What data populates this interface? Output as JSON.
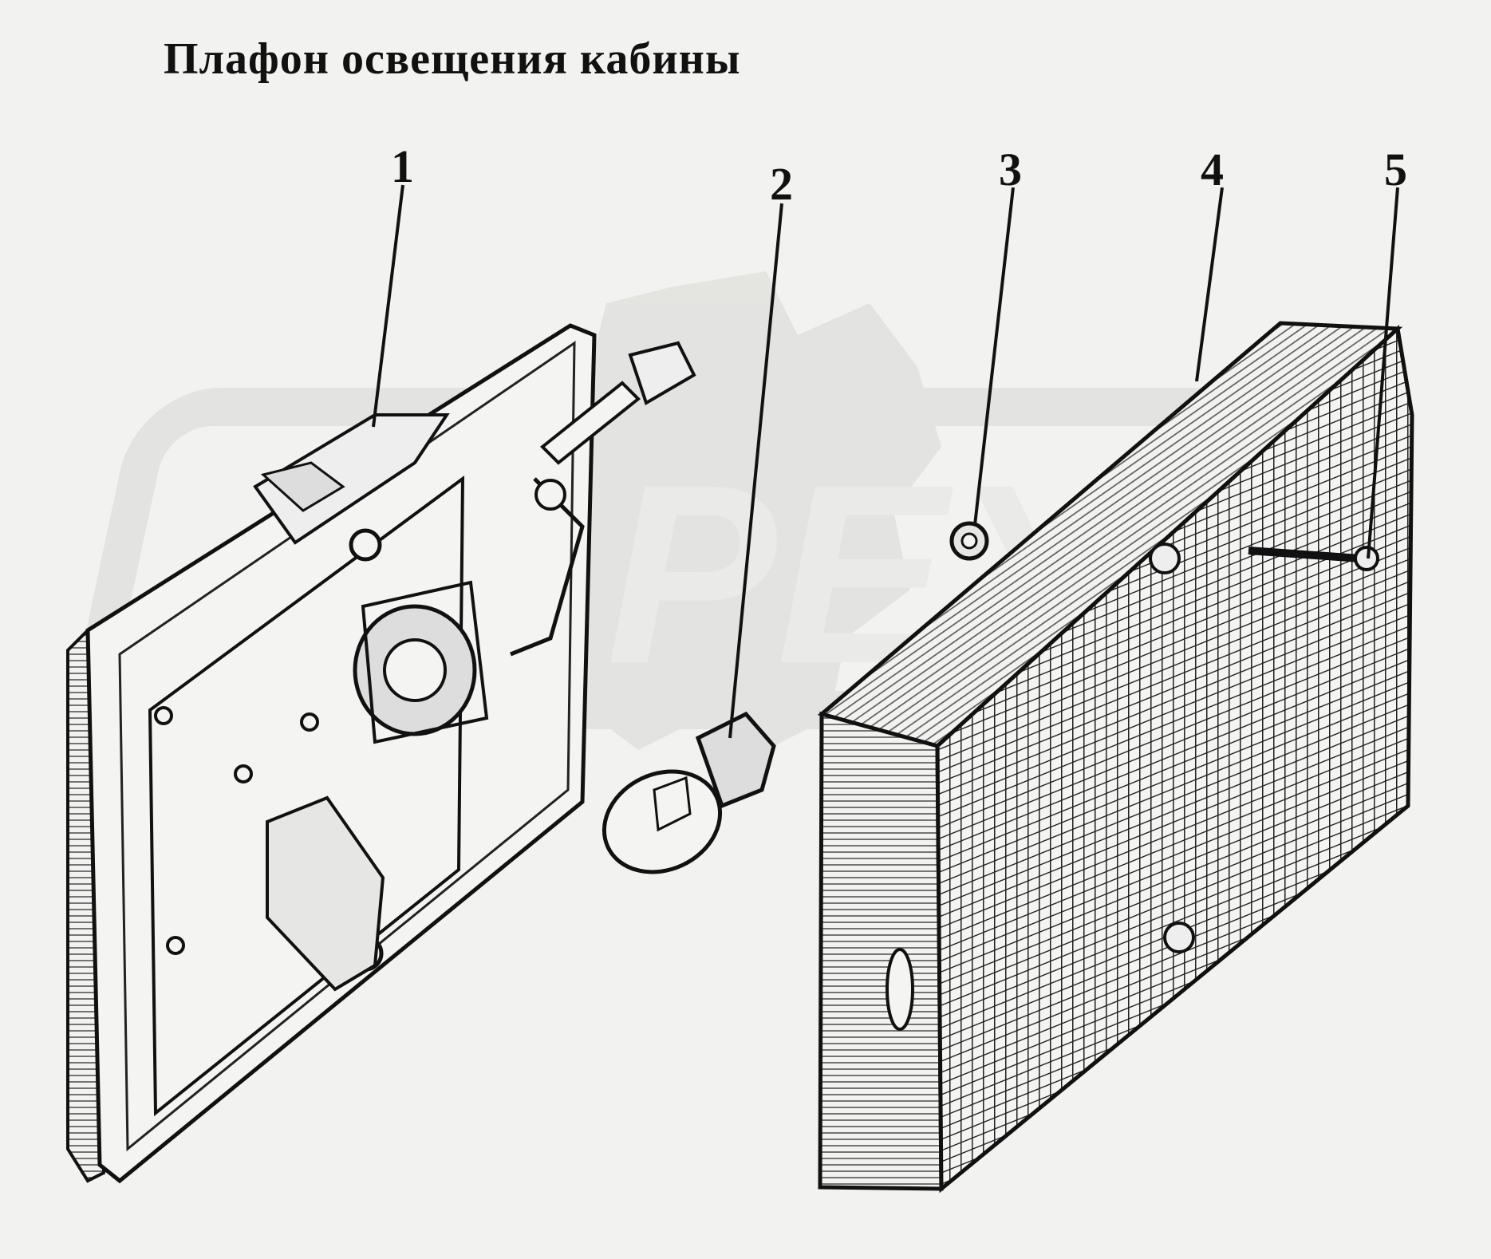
{
  "title": "Плафон освещения кабины",
  "watermark": "PEX",
  "callouts": [
    {
      "label": "1",
      "part": "housing"
    },
    {
      "label": "2",
      "part": "bulb"
    },
    {
      "label": "3",
      "part": "nut"
    },
    {
      "label": "4",
      "part": "diffuser"
    },
    {
      "label": "5",
      "part": "screw"
    }
  ],
  "colors": {
    "background": "#f2f2f0",
    "ink": "#111111",
    "watermark": "#d8d8d6"
  }
}
